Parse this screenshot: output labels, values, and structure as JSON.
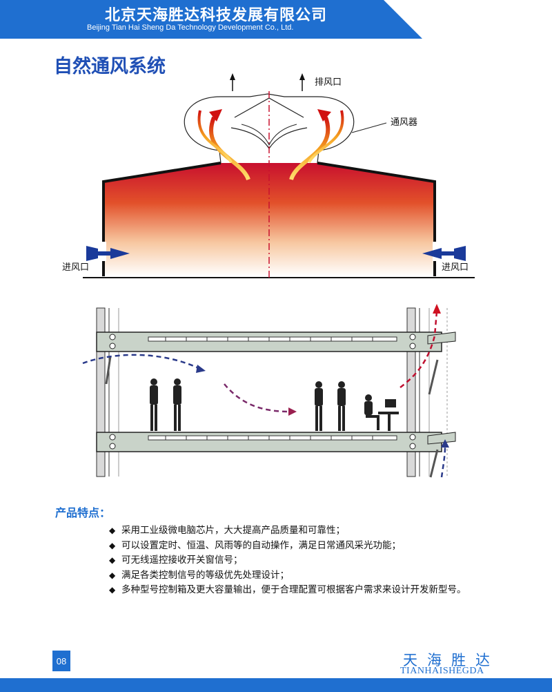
{
  "header": {
    "company_cn": "北京天海胜达科技发展有限公司",
    "company_en": "Beijing Tian Hai Sheng Da Technology Development Co., Ltd.",
    "brand_color": "#1f6fd0"
  },
  "title": "自然通风系统",
  "diagram_top": {
    "labels": {
      "exhaust": "排风口",
      "ventilator": "通风器",
      "inlet_left": "进风口",
      "inlet_right": "进风口"
    }
  },
  "features": {
    "heading": "产品特点：",
    "bullet": "◆",
    "items": [
      "采用工业级微电脑芯片，大大提高产品质量和可靠性；",
      "可以设置定时、恒温、风雨等的自动操作，满足日常通风采光功能；",
      "可无线遥控接收开关窗信号；",
      "满足各类控制信号的等级优先处理设计；",
      "多种型号控制箱及更大容量输出，便于合理配置可根据客户需求来设计开发新型号。"
    ]
  },
  "footer": {
    "page_number": "08",
    "brand_cn": "天海胜达",
    "brand_en": "TIANHAISHEGDA"
  }
}
